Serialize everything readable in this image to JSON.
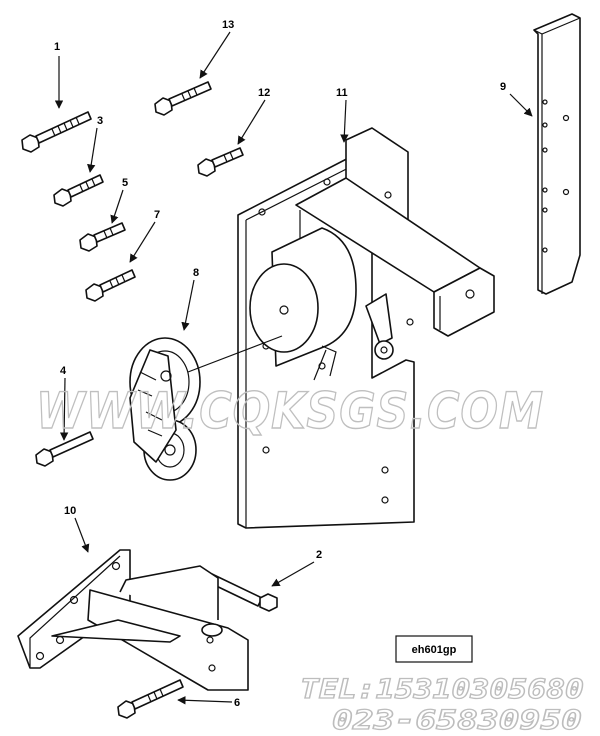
{
  "diagram": {
    "callouts": [
      "1",
      "2",
      "3",
      "4",
      "5",
      "6",
      "7",
      "8",
      "9",
      "10",
      "11",
      "12",
      "13"
    ],
    "reference_code": "eh601gp"
  },
  "watermark": {
    "site": "WWW.CQKSGS.COM",
    "tel": "TEL:15310305680",
    "phone": "023-65830950"
  },
  "colors": {
    "line": "#111111",
    "watermark": "#bfbfbf",
    "background": "#ffffff"
  }
}
